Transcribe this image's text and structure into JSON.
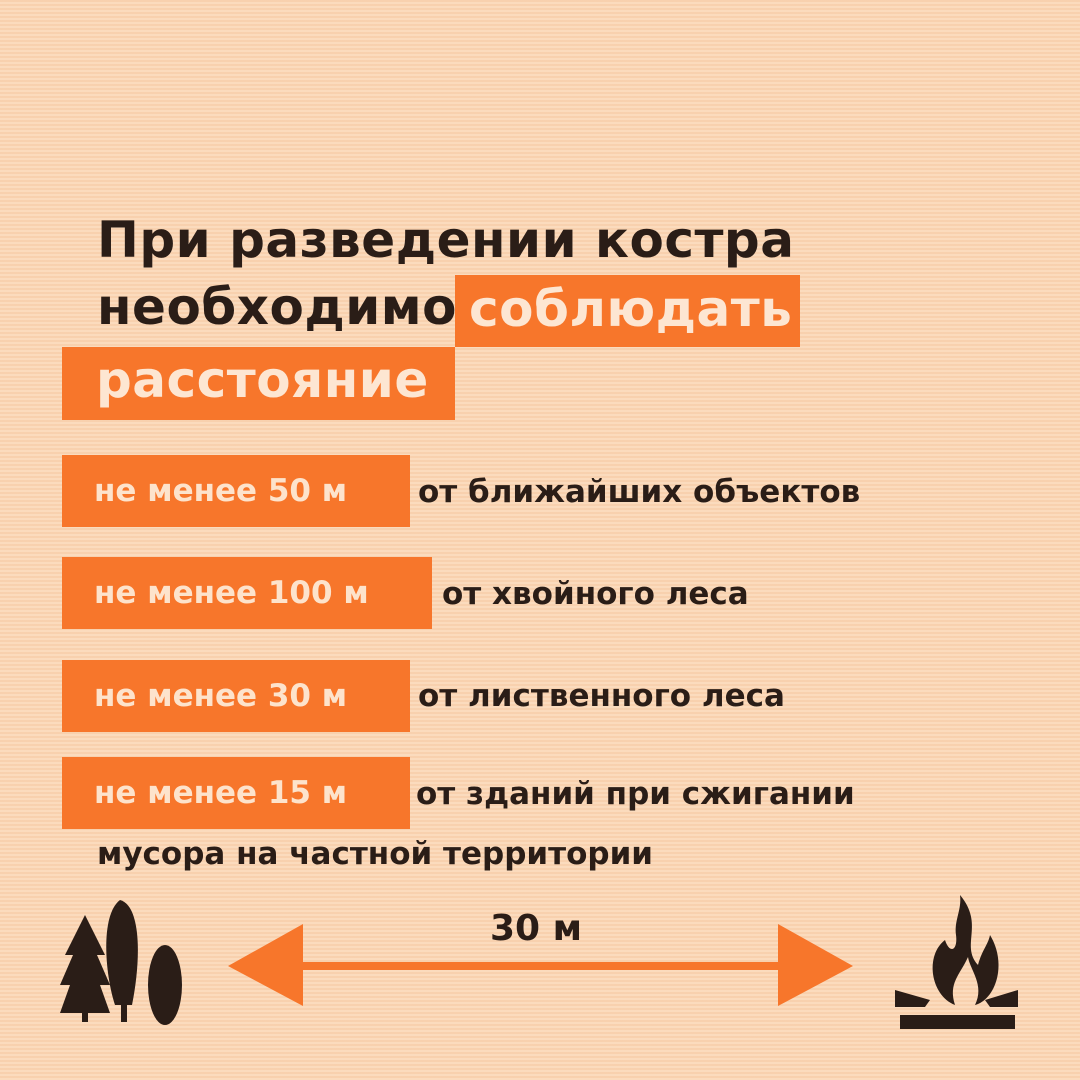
{
  "title": {
    "line1": "При разведении костра",
    "line2": "необходимо",
    "highlight1": "соблюдать",
    "highlight2": "расстояние"
  },
  "rules": [
    {
      "distance": "не менее 50 м",
      "text": "от ближайших объектов"
    },
    {
      "distance": "не менее 100 м",
      "text": "от хвойного леса"
    },
    {
      "distance": "не менее 30 м",
      "text": "от лиственного леса"
    },
    {
      "distance": "не менее 15 м",
      "text": "от зданий при сжигании",
      "text2": "мусора на частной территории"
    }
  ],
  "diagram": {
    "label": "30 м",
    "left_icon": "trees-icon",
    "right_icon": "campfire-icon"
  },
  "colors": {
    "accent": "#f7762b",
    "background": "#fbd6b4",
    "text": "#2a1d17"
  }
}
